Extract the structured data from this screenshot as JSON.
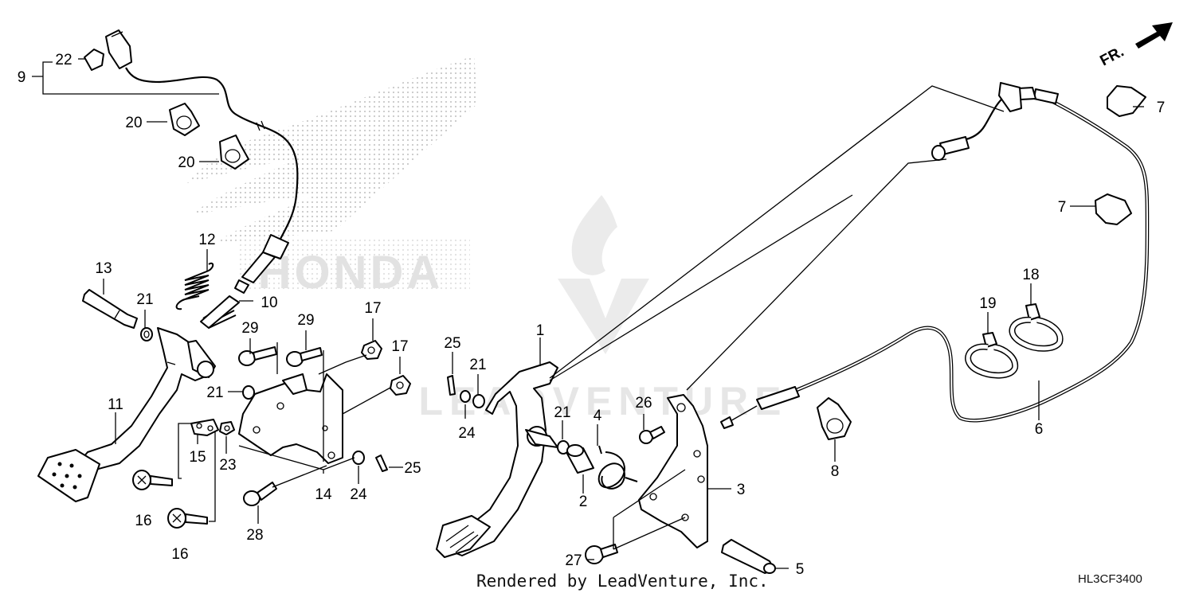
{
  "footer": {
    "rendered_by": "Rendered by LeadVenture, Inc.",
    "diagram_code": "HL3CF3400"
  },
  "front_indicator": "FR.",
  "watermarks": {
    "honda": "HONDA",
    "leadventure": "LEADVENTURE"
  },
  "callouts": {
    "c1": "1",
    "c2": "2",
    "c3": "3",
    "c4": "4",
    "c5": "5",
    "c6": "6",
    "c7a": "7",
    "c7b": "7",
    "c8": "8",
    "c9": "9",
    "c10": "10",
    "c11": "11",
    "c12": "12",
    "c13": "13",
    "c14": "14",
    "c15": "15",
    "c16a": "16",
    "c16b": "16",
    "c17a": "17",
    "c17b": "17",
    "c18": "18",
    "c19": "19",
    "c20a": "20",
    "c20b": "20",
    "c21a": "21",
    "c21b": "21",
    "c21c": "21",
    "c21d": "21",
    "c22": "22",
    "c23": "23",
    "c24a": "24",
    "c24b": "24",
    "c25a": "25",
    "c25b": "25",
    "c26": "26",
    "c27": "27",
    "c28": "28",
    "c29a": "29",
    "c29b": "29"
  },
  "colors": {
    "line": "#000000",
    "watermark": "#e3e3e3",
    "background": "#ffffff"
  }
}
